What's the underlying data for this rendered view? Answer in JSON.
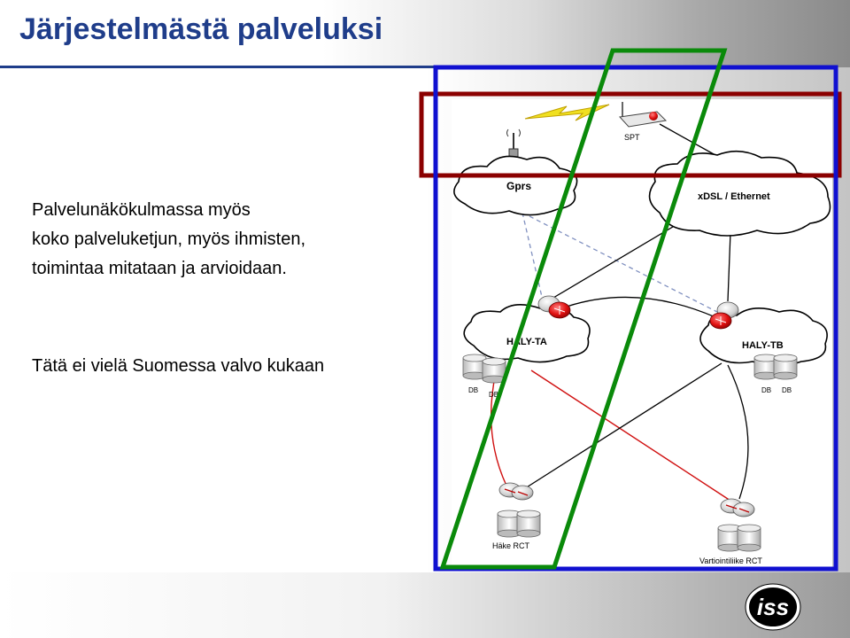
{
  "slide": {
    "title": "Järjestelmästä palveluksi",
    "paragraph1_lines": [
      "Palvelunäkökulmassa myös",
      "koko palveluketjun, myös ihmisten,",
      "toimintaa mitataan ja arvioidaan."
    ],
    "paragraph2": "Tätä ei vielä Suomessa valvo kukaan"
  },
  "diagram": {
    "spt_label": "SPT",
    "cloud_gprs": "Gprs",
    "cloud_xdsl": "xDSL / Ethernet",
    "cloud_haly_ta": "HALY-TA",
    "cloud_haly_tb": "HALY-TB",
    "db_label": "DB",
    "site_hake": "Häke RCT",
    "site_vartio": "Vartiointiliike RCT"
  },
  "logo": {
    "text": "iss"
  },
  "colors": {
    "title": "#1f3d8a",
    "blue_frame": "#1010d0",
    "red_frame": "#8b0000",
    "green_band": "#0a8a0a",
    "red_link": "#d01010",
    "dashed_link": "#8090c0"
  }
}
